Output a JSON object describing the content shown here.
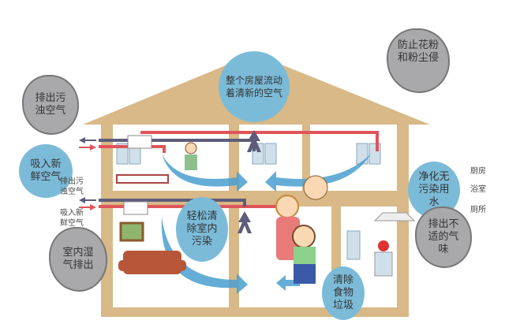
{
  "title_bubble": "整个房屋流动着清新的空气",
  "bubbles": {
    "exhaust_dirty_air": "排出污浊空气",
    "intake_fresh_air": "吸入新鲜空气",
    "prevent_pollen": "防止花粉和粉尘侵",
    "purify_water": "净化无污染用水",
    "remove_pollution": "轻松清除室内污染",
    "humidity_out": "室内湿气排出",
    "odor_out": "排出不适的气味",
    "food_waste": "清除食物垃圾"
  },
  "side_labels": {
    "exhaust": "排出污浊空气",
    "intake": "吸入新鲜空气"
  },
  "rooms": [
    "厨房",
    "浴室",
    "厕所"
  ],
  "colors": {
    "wall": "#d8b987",
    "supply": "#e0545a",
    "exhaust": "#5e5c7a",
    "bubble_blue": "#7cbbd8",
    "cloud": "#a9a9ab"
  }
}
